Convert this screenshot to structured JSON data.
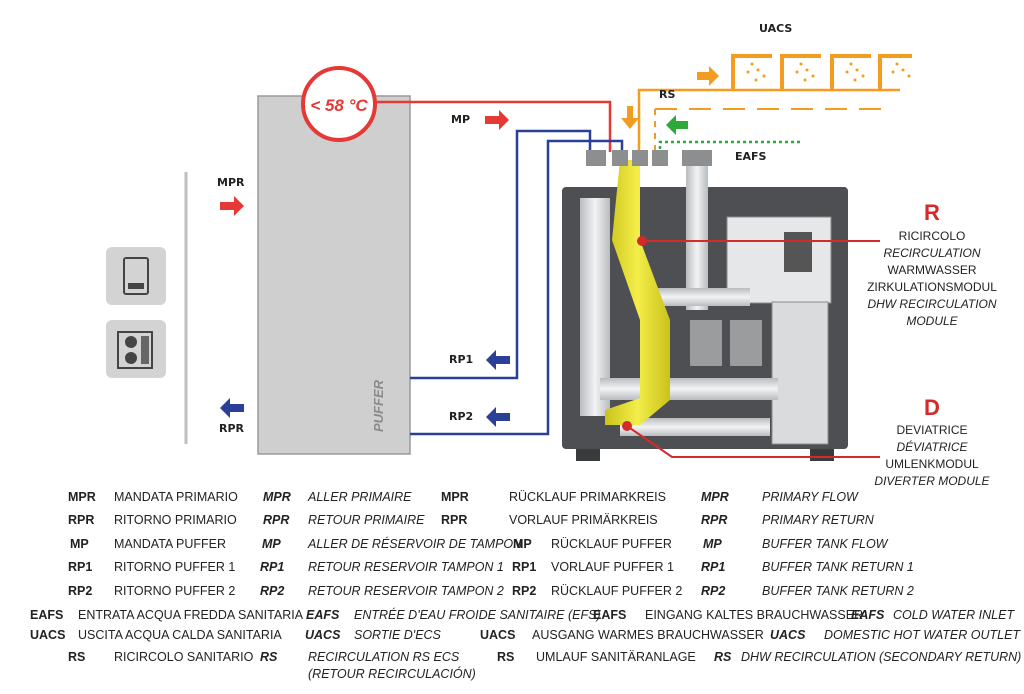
{
  "diagram": {
    "temperature": "< 58 °C",
    "tank_label": "PUFFER",
    "labels": {
      "mpr": "MPR",
      "rpr": "RPR",
      "mp": "MP",
      "rp1": "RP1",
      "rp2": "RP2",
      "rs": "RS",
      "eafs": "EAFS",
      "uacs": "UACS"
    },
    "modules": {
      "r": {
        "letter": "R",
        "lines": [
          "RICIRCOLO",
          "RECIRCULATION",
          "WARMWASSER",
          "ZIRKULATIONSMODUL",
          "DHW RECIRCULATION",
          "MODULE"
        ]
      },
      "d": {
        "letter": "D",
        "lines": [
          "DEVIATRICE",
          "DÉVIATRICE",
          "UMLENKMODUL",
          "DIVERTER MODULE"
        ]
      }
    },
    "colors": {
      "primary_red": "#e53935",
      "return_blue": "#2b3f96",
      "sanitary_orange": "#f39c1f",
      "cold_green": "#2fa83a",
      "module_red": "#d42a2a"
    }
  },
  "legend": {
    "rows": [
      {
        "it_abbr": "MPR",
        "it_text": "MANDATA PRIMARIO",
        "fr_abbr": "MPR",
        "fr_text": "ALLER PRIMAIRE",
        "de_abbr": "MPR",
        "de_text": "RÜCKLAUF PRIMARKREIS",
        "en_abbr": "MPR",
        "en_text": "PRIMARY FLOW"
      },
      {
        "it_abbr": "RPR",
        "it_text": "RITORNO PRIMARIO",
        "fr_abbr": "RPR",
        "fr_text": "RETOUR PRIMAIRE",
        "de_abbr": "RPR",
        "de_text": "VORLAUF PRIMÄRKREIS",
        "en_abbr": "RPR",
        "en_text": "PRIMARY RETURN"
      },
      {
        "it_abbr": "MP",
        "it_text": "MANDATA PUFFER",
        "fr_abbr": "MP",
        "fr_text": "ALLER DE RÉSERVOIR DE TAMPON",
        "de_abbr": "MP",
        "de_text": "RÜCKLAUF PUFFER",
        "en_abbr": "MP",
        "en_text": "BUFFER TANK FLOW"
      },
      {
        "it_abbr": "RP1",
        "it_text": "RITORNO PUFFER 1",
        "fr_abbr": "RP1",
        "fr_text": "RETOUR RESERVOIR TAMPON 1",
        "de_abbr": "RP1",
        "de_text": "VORLAUF PUFFER 1",
        "en_abbr": "RP1",
        "en_text": "BUFFER TANK RETURN 1"
      },
      {
        "it_abbr": "RP2",
        "it_text": "RITORNO PUFFER 2",
        "fr_abbr": "RP2",
        "fr_text": "RETOUR RESERVOIR TAMPON 2",
        "de_abbr": "RP2",
        "de_text": "RÜCKLAUF PUFFER 2",
        "en_abbr": "RP2",
        "en_text": "BUFFER TANK RETURN 2"
      },
      {
        "it_abbr": "EAFS",
        "it_text": "ENTRATA ACQUA FREDDA SANITARIA",
        "fr_abbr": "EAFS",
        "fr_text": "ENTRÉE D'EAU FROIDE SANITAIRE (EFS)",
        "de_abbr": "EAFS",
        "de_text": "EINGANG KALTES BRAUCHWASSER",
        "en_abbr": "EAFS",
        "en_text": "COLD WATER INLET"
      },
      {
        "it_abbr": "UACS",
        "it_text": "USCITA ACQUA CALDA SANITARIA",
        "fr_abbr": "UACS",
        "fr_text": "SORTIE D'ECS",
        "de_abbr": "UACS",
        "de_text": "AUSGANG WARMES BRAUCHWASSER",
        "en_abbr": "UACS",
        "en_text": "DOMESTIC HOT WATER OUTLET"
      },
      {
        "it_abbr": "RS",
        "it_text": "RICIRCOLO SANITARIO",
        "fr_abbr": "RS",
        "fr_text": "RECIRCULATION RS ECS",
        "fr_text2": "(RETOUR RECIRCULACIÓN)",
        "de_abbr": "RS",
        "de_text": "UMLAUF SANITÄRANLAGE",
        "en_abbr": "RS",
        "en_text": "DHW RECIRCULATION (SECONDARY  RETURN)"
      }
    ]
  }
}
